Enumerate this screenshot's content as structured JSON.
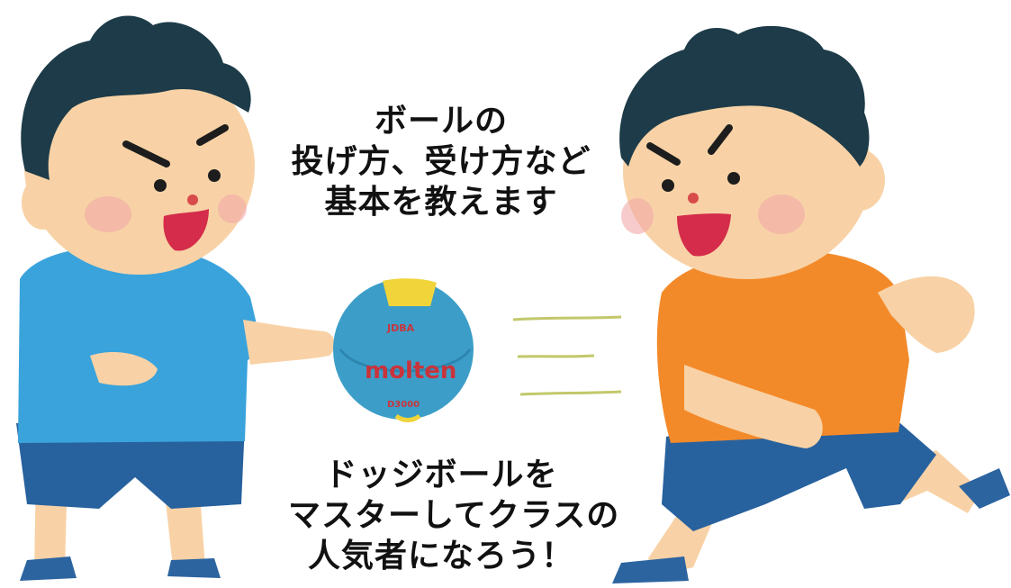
{
  "caption_top": {
    "lines": [
      "ボールの",
      "投げ方、受け方など",
      "基本を教えます"
    ]
  },
  "caption_bottom": {
    "lines": [
      "ドッジボールを",
      "マスターしてクラスの",
      "人気者になろう！"
    ]
  },
  "ball": {
    "brand": "molten",
    "top_mark": "JDBA",
    "bottom_mark": "D3000"
  },
  "colors": {
    "left_shirt": "#3aa3dc",
    "right_shirt": "#f38a2a",
    "shorts": "#27619e",
    "skin": "#f8d2a6",
    "hair": "#1d3b48",
    "ball": "#3c9ec8",
    "ball_patch": "#f1d43a",
    "brand_text": "#c9343c",
    "speed_lines": "#c2c86a"
  }
}
